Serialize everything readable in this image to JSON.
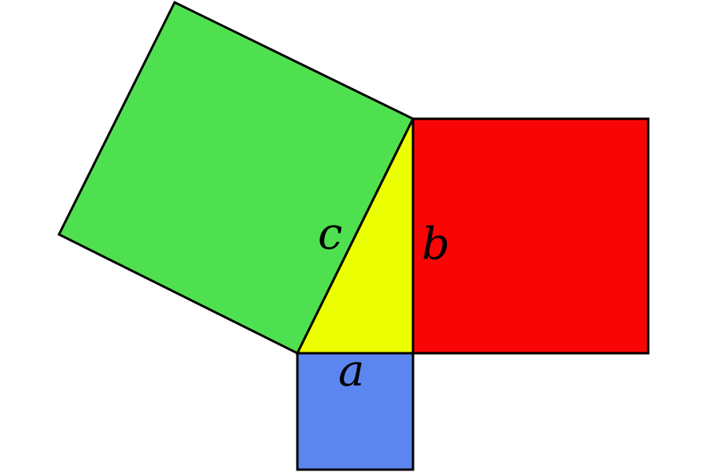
{
  "diagram": {
    "labels": {
      "a": "a",
      "b": "b",
      "c": "c"
    },
    "colors": {
      "square_a": "#5b86f0",
      "square_b": "#fa0505",
      "square_c": "#4fe04f",
      "triangle": "#ecff00",
      "outline": "#000000",
      "background": "#ffffff"
    }
  }
}
